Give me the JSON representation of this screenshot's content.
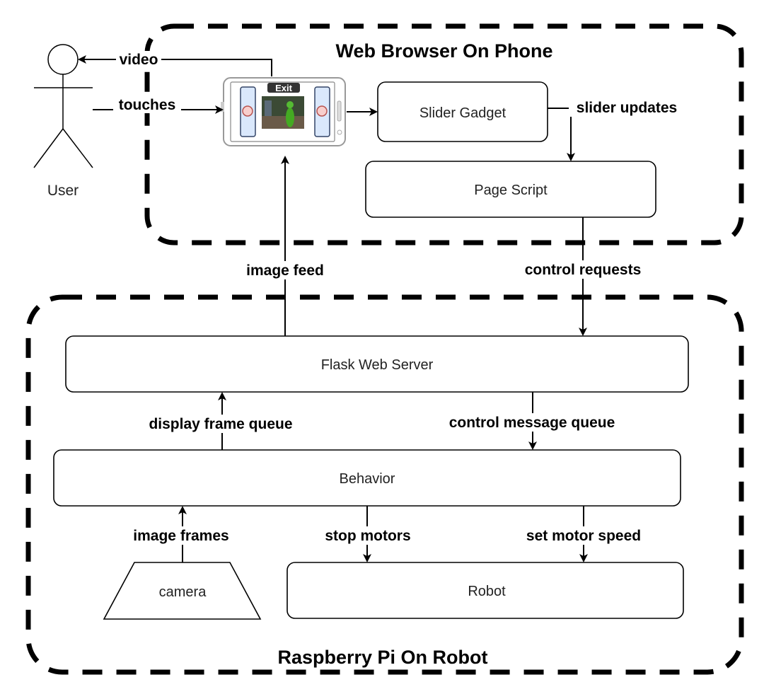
{
  "groups": {
    "browser": {
      "title": "Web Browser On Phone"
    },
    "pi": {
      "title": "Raspberry Pi On Robot"
    }
  },
  "actor": {
    "label": "User"
  },
  "phone": {
    "exit_label": "Exit"
  },
  "nodes": {
    "slider_gadget": "Slider Gadget",
    "page_script": "Page Script",
    "flask": "Flask Web Server",
    "behavior": "Behavior",
    "camera": "camera",
    "robot": "Robot"
  },
  "edges": {
    "video": "video",
    "touches": "touches",
    "slider_updates": "slider updates",
    "image_feed": "image feed",
    "control_requests": "control requests",
    "display_frame_queue": "display frame queue",
    "control_message_queue": "control message queue",
    "image_frames": "image frames",
    "stop_motors": "stop motors",
    "set_motor_speed": "set motor speed"
  }
}
